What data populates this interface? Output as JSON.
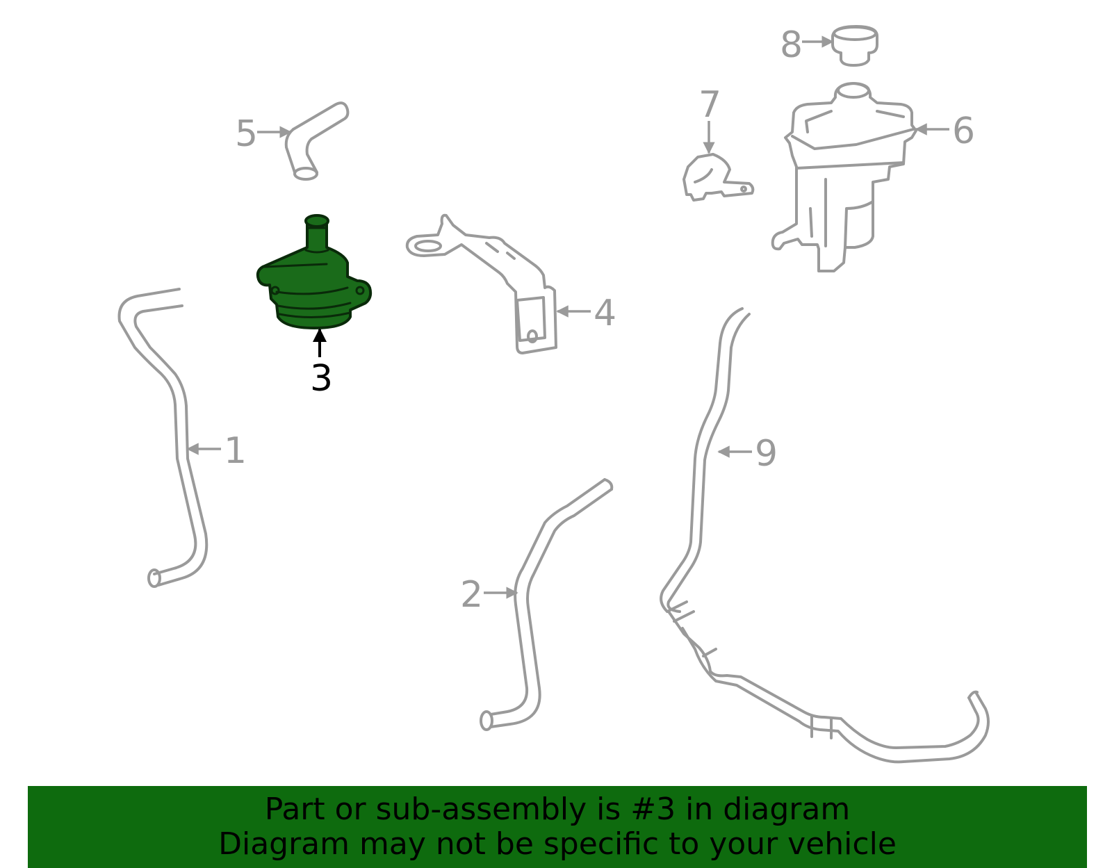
{
  "colors": {
    "highlight": "#1a6b1a",
    "part_outline": "#9a9a9a",
    "banner": "#0e6b0e"
  },
  "labels": {
    "n1": "1",
    "n2": "2",
    "n3": "3",
    "n4": "4",
    "n5": "5",
    "n6": "6",
    "n7": "7",
    "n8": "8",
    "n9": "9"
  },
  "highlighted_part": "3",
  "banner": {
    "line1": "Part or sub-assembly is #3 in diagram",
    "line2": "Diagram may not be specific to your vehicle"
  }
}
